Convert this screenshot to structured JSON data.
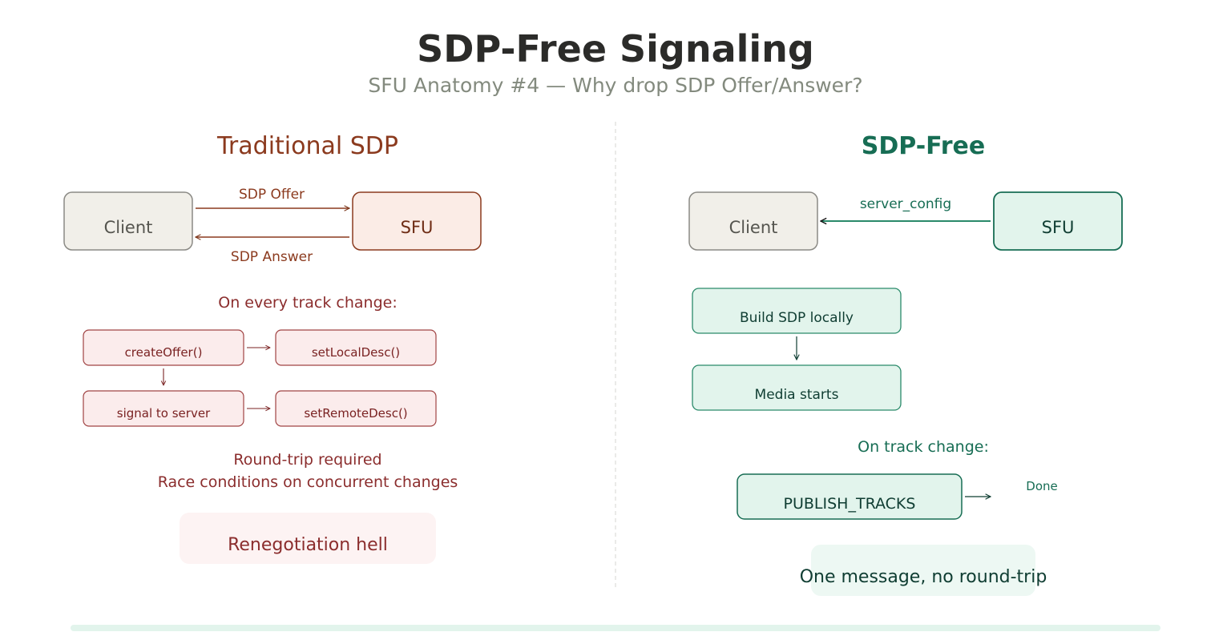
{
  "header": {
    "title": "SDP-Free Signaling",
    "subtitle": "SFU Anatomy #4 — Why drop SDP Offer/Answer?"
  },
  "traditional": {
    "heading": "Traditional SDP",
    "client_label": "Client",
    "sfu_label": "SFU",
    "offer_label": "SDP Offer",
    "answer_label": "SDP Answer",
    "track_change_heading": "On every track change:",
    "steps": {
      "create_offer": "createOffer()",
      "set_local": "setLocalDesc()",
      "signal": "signal to server",
      "set_remote": "setRemoteDesc()"
    },
    "note_1": "Round-trip required",
    "note_2": "Race conditions on concurrent changes",
    "verdict": "Renegotiation hell"
  },
  "sdp_free": {
    "heading": "SDP-Free",
    "client_label": "Client",
    "sfu_label": "SFU",
    "config_label": "server_config",
    "build_label": "Build SDP locally",
    "media_label": "Media starts",
    "track_change_heading": "On track change:",
    "publish_label": "PUBLISH_TRACKS",
    "done_label": "Done",
    "verdict": "One message, no round-trip"
  },
  "colors": {
    "title": "#2b2b29",
    "subtitle": "#838a7e",
    "traditional_accent": "#8b3a1e",
    "traditional_dark": "#8b2d2d",
    "sdp_free_accent": "#176d54",
    "neutral_fill": "#f1efe9",
    "neutral_stroke": "#8b8a85"
  }
}
